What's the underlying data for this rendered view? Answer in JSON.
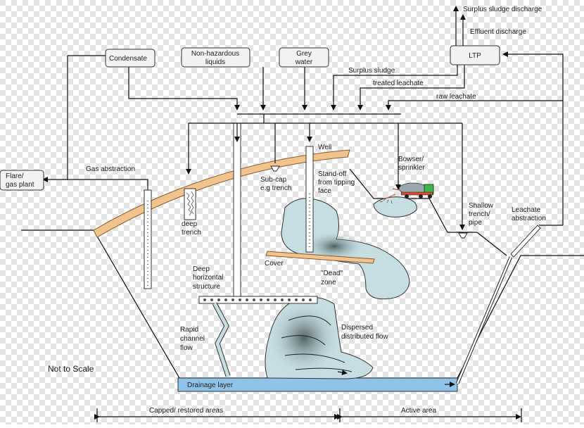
{
  "title": "",
  "colors": {
    "cap": "#f2c48d",
    "cap_stroke": "#8a5a2b",
    "leachate": "#c6dde2",
    "leachate_stroke": "#333333",
    "drainage": "#8fc3ea",
    "checker_a": "#ffffff",
    "checker_b": "#e4e4e4"
  },
  "labels": {
    "condensate": "Condensate",
    "nonhaz_line1": "Non-hazardous",
    "nonhaz_line2": "liquids",
    "grey_line1": "Grey",
    "grey_line2": "water",
    "ltp": "LTP",
    "surplus_sludge_discharge": "Surplus sludge discharge",
    "effluent_discharge": "Effluent discharge",
    "surplus_sludge": "Surplus sludge",
    "treated_leachate": "treated leachate",
    "raw_leachate": "raw leachate",
    "flare_line1": "Flare/",
    "flare_line2": "gas plant",
    "gas_abstraction": "Gas abstraction",
    "well": "Well",
    "subcap_line1": "Sub-cap",
    "subcap_line2": "e.g trench",
    "standoff_line1": "Stand-off",
    "standoff_line2": "from tipping",
    "standoff_line3": "face",
    "bowser_line1": "Bowser/",
    "bowser_line2": "sprinkler",
    "deep_trench_line1": "deep",
    "deep_trench_line2": "trench",
    "shallow_line1": "Shallow",
    "shallow_line2": "trench/",
    "shallow_line3": "pipe",
    "leachate_abs_line1": "Leachate",
    "leachate_abs_line2": "abstraction",
    "cover": "Cover",
    "dead_line1": "\"Dead\"",
    "dead_line2": "zone",
    "deep_horiz_line1": "Deep",
    "deep_horiz_line2": "horizontal",
    "deep_horiz_line3": "structure",
    "rapid_line1": "Rapid",
    "rapid_line2": "channel",
    "rapid_line3": "flow",
    "dispersed_line1": "Dispersed",
    "dispersed_line2": "distributed flow",
    "not_to_scale": "Not to Scale",
    "drainage_layer": "Drainage layer",
    "capped_areas": "Capped/ restored areas",
    "active_area": "Active area"
  }
}
